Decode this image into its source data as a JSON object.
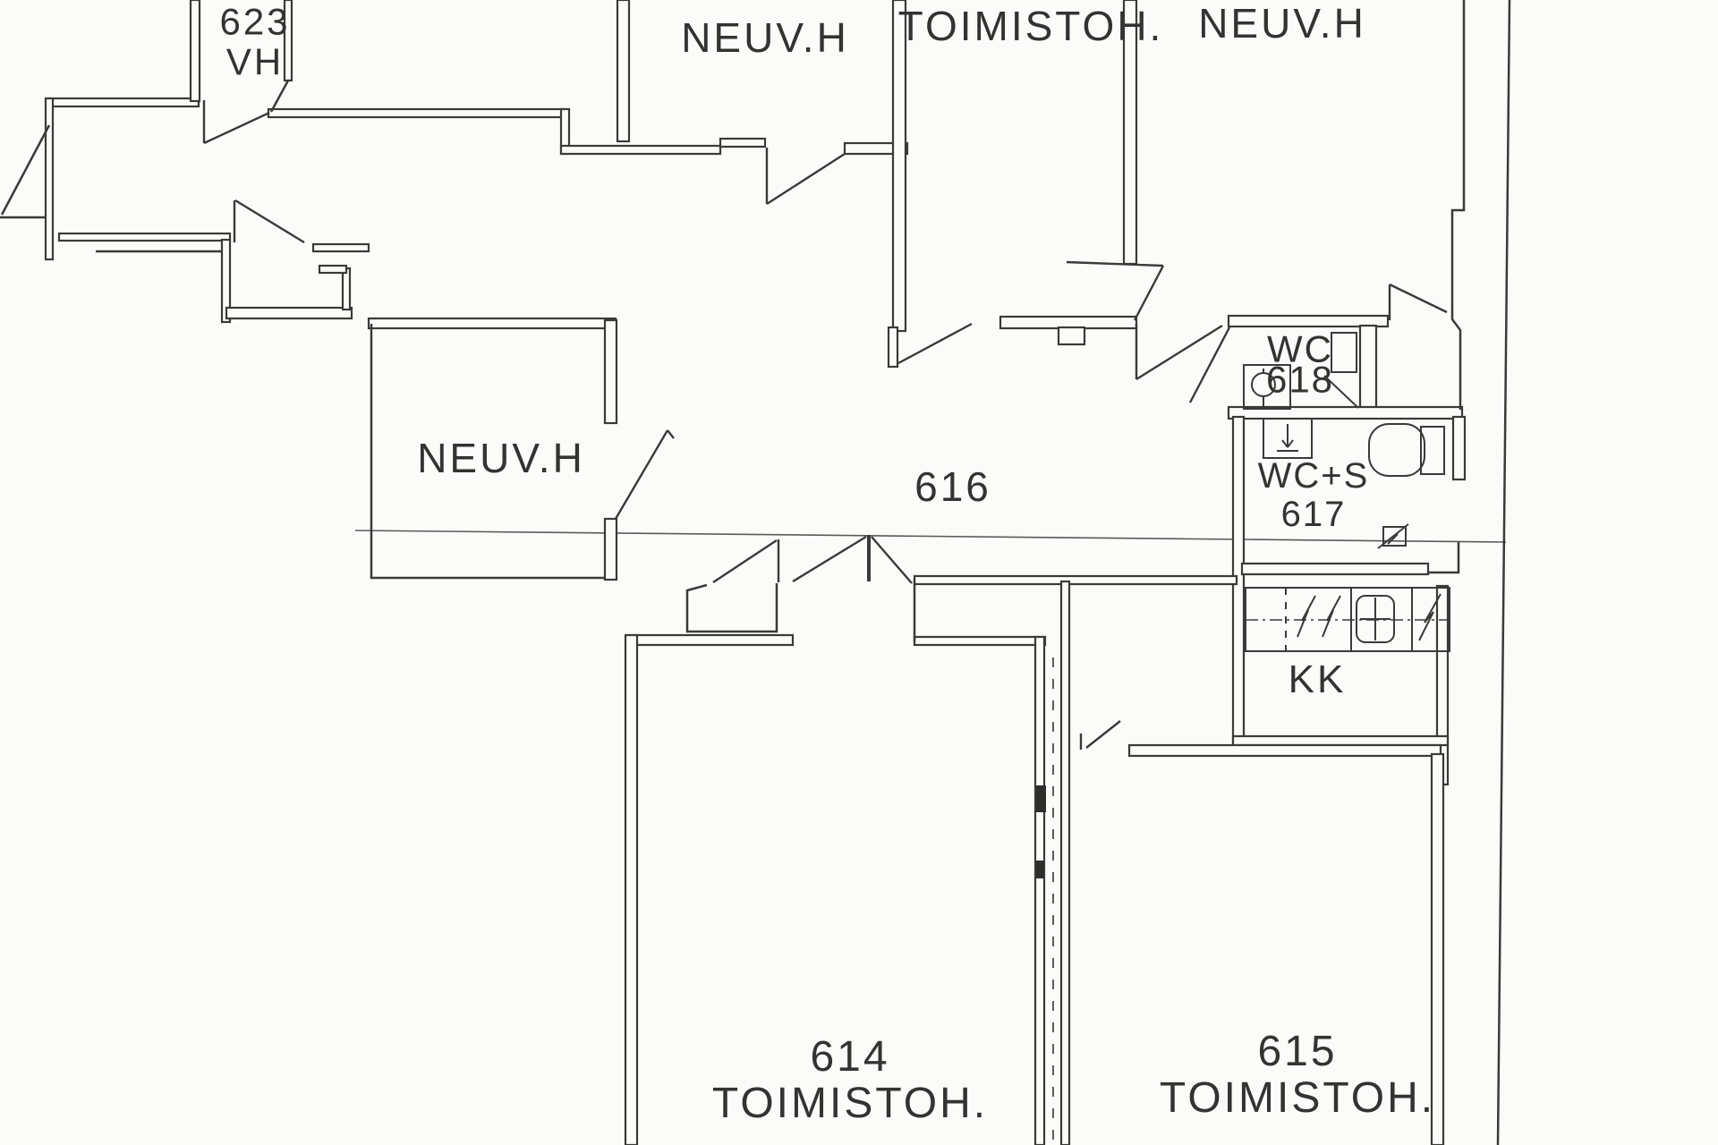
{
  "drawing": {
    "kind": "architectural floor plan (scanned blueprint)",
    "background_color": "#fbfbf9",
    "line_color": "#3a3a38",
    "thin_line_color": "#5a5a58"
  },
  "rooms": {
    "r623": {
      "number": "623",
      "type": "VH"
    },
    "neuvh_top": {
      "type": "NEUV.H"
    },
    "toimistoh_top": {
      "type": "TOIMISTOH."
    },
    "neuvh_topright": {
      "type": "NEUV.H"
    },
    "neuvh_left": {
      "type": "NEUV.H"
    },
    "hall": {
      "number": "616"
    },
    "wc618": {
      "type": "WC",
      "number": "618"
    },
    "wc617": {
      "type": "WC+S",
      "number": "617"
    },
    "kk": {
      "type": "KK"
    },
    "r614": {
      "number": "614",
      "type": "TOIMISTOH."
    },
    "r615": {
      "number": "615",
      "type": "TOIMISTOH."
    }
  },
  "fixtures": {
    "toilet": "toilet-icon",
    "cistern": "cistern-icon",
    "washbasin_round": "round-washbasin-icon",
    "washbasin_square": "square-washbasin-icon",
    "kitchen_sink": "kitchen-sink-icon",
    "stove": "stove-zigzag-icon",
    "fridge": "fridge-zigzag-icon",
    "floor_drain": "floor-drain-icon",
    "door_swing": "door-swing"
  }
}
